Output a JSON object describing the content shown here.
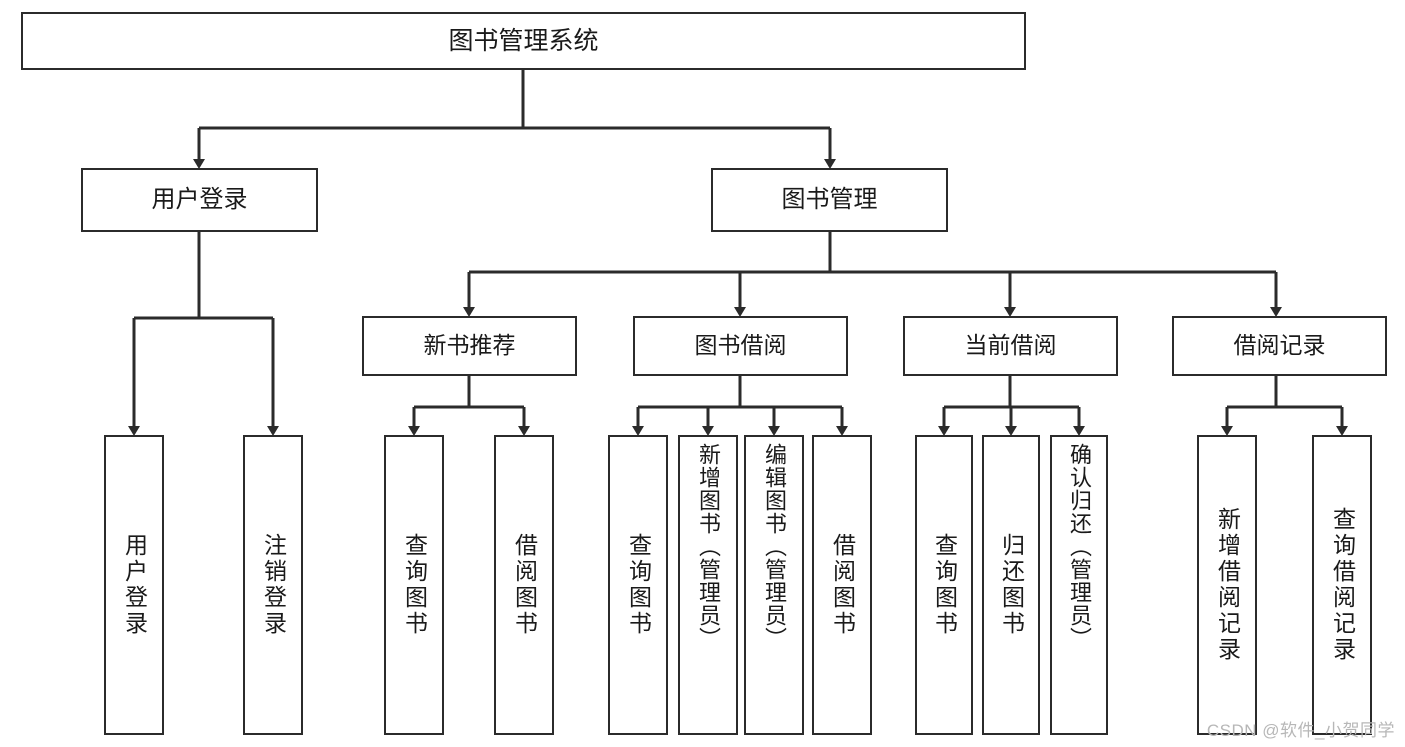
{
  "diagram": {
    "title": "图书管理系统",
    "type": "hierarchy-tree",
    "colors": {
      "box_stroke": "#2b2b2b",
      "box_fill": "#ffffff",
      "connector": "#2b2b2b",
      "text": "#1a1a1a",
      "watermark": "#b7b7b7"
    },
    "root": {
      "label": "图书管理系统"
    },
    "level2": [
      {
        "label": "用户登录"
      },
      {
        "label": "图书管理"
      }
    ],
    "level3": [
      {
        "label": "新书推荐"
      },
      {
        "label": "图书借阅"
      },
      {
        "label": "当前借阅"
      },
      {
        "label": "借阅记录"
      }
    ],
    "leaves": {
      "user_login": [
        {
          "label": "用户登录"
        },
        {
          "label": "注销登录"
        }
      ],
      "new_book_recommend": [
        {
          "label": "查询图书"
        },
        {
          "label": "借阅图书"
        }
      ],
      "book_borrow": [
        {
          "label": "查询图书"
        },
        {
          "label": "新增图书（管理员）"
        },
        {
          "label": "编辑图书（管理员）"
        },
        {
          "label": "借阅图书"
        }
      ],
      "current_borrow": [
        {
          "label": "查询图书"
        },
        {
          "label": "归还图书"
        },
        {
          "label": "确认归还（管理员）"
        }
      ],
      "borrow_record": [
        {
          "label": "新增借阅记录"
        },
        {
          "label": "查询借阅记录"
        }
      ]
    },
    "watermark": "CSDN @软件_小贺同学"
  }
}
